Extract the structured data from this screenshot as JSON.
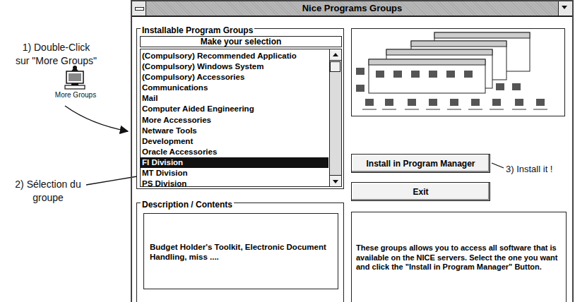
{
  "diagram": {
    "nodes": [
      {
        "text": [
          "Nice Programs Groups"
        ]
      },
      {
        "text": [
          "Installable Program Groups"
        ],
        "in": 0
      },
      {
        "text": [
          "Make your selection"
        ],
        "in": 1
      },
      {
        "text": [
          "(Compulsory) Recommended Applicatio",
          "(Compulsory) Windows System",
          "(Compulsory) Accessories",
          "Communications",
          "Mail",
          "Computer Aided Engineering",
          "More Accessories",
          "Netware Tools",
          "Development",
          "Oracle Accessories",
          "FI Division",
          "MT Division",
          "PS Division"
        ],
        "in": 1
      },
      {
        "text": [
          "Description / Contents",
          "Budget Holder's Toolkit, Electronic Document Handling, miss ...."
        ],
        "in": 0
      },
      {
        "text": [
          "Install in Program Manager"
        ],
        "in": 0
      },
      {
        "text": [
          "Exit"
        ],
        "in": 0
      },
      {
        "text": [
          "These groups allows you to access all software that is available on the NICE servers. Select the one you want and click the \"Install in Program Manager\" Button."
        ],
        "in": 0
      }
    ],
    "labels": [
      "1) Double-Click sur \"More Groups\"",
      "More Groups",
      "2) Sélection du groupe",
      "3) Install it !"
    ]
  }
}
